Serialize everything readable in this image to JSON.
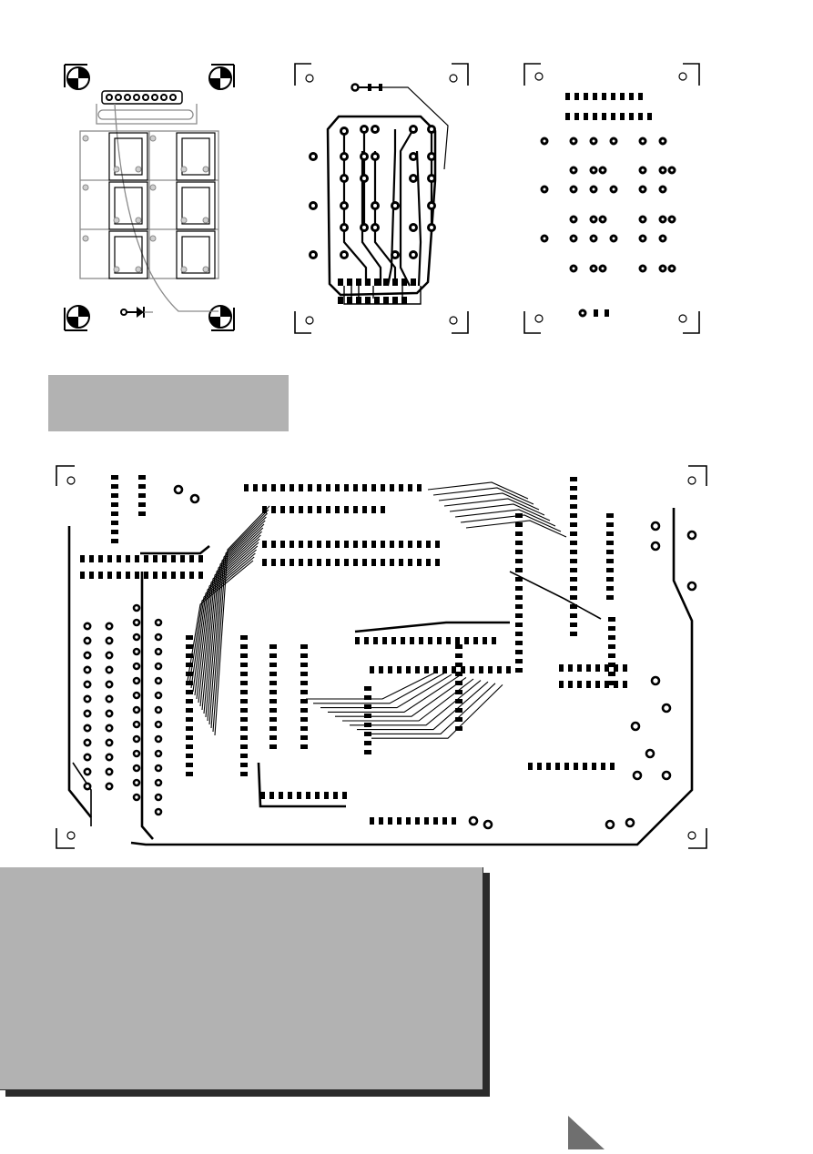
{
  "page": {
    "colors": {
      "background": "#ffffff",
      "copper": "#000000",
      "silkscreen": "#8a8a8a",
      "panel_grey": "#b2b2b2",
      "shadow": "#2b2b2b",
      "page_marker": "#6f6f6f"
    }
  },
  "boards": {
    "display_component_side": {
      "icon": "pcb-component-layout"
    },
    "display_copper_side": {
      "icon": "pcb-copper-traces"
    },
    "display_top_pads": {
      "icon": "pcb-pad-layout"
    },
    "main_board": {
      "icon": "pcb-copper-traces"
    }
  },
  "panels": {
    "label_panel": {
      "text": ""
    },
    "caption_panel": {
      "text": ""
    }
  },
  "page_marker": {
    "icon": "page-corner-triangle"
  }
}
